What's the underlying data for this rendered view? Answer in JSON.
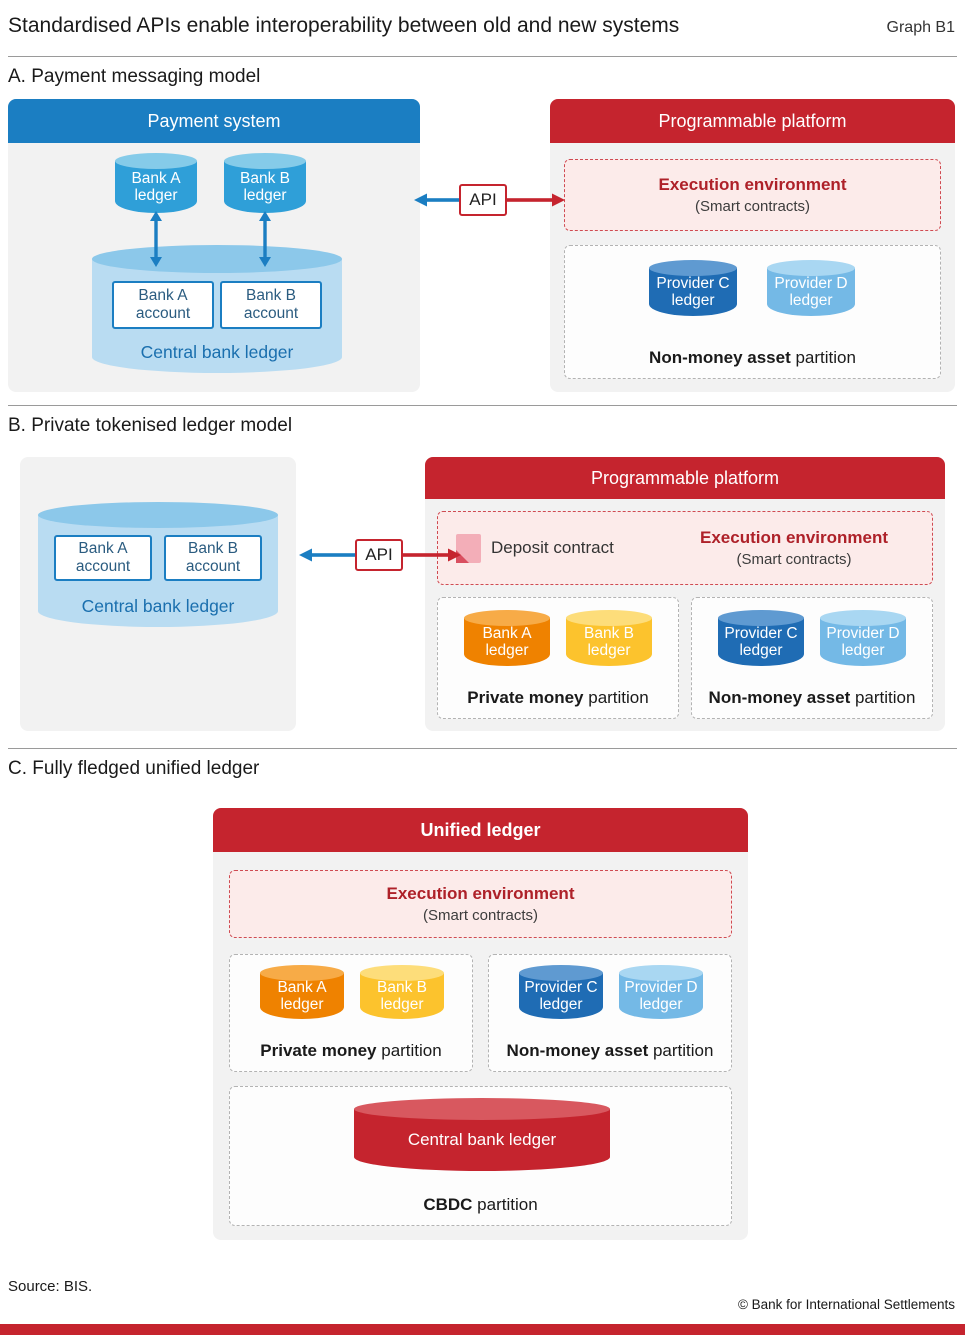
{
  "colors": {
    "blue": "#1b7ec2",
    "red": "#c5242e"
  },
  "header": {
    "title": "Standardised APIs enable interoperability between old and new systems",
    "graph_label": "Graph B1"
  },
  "panel_a": {
    "section_title": "A. Payment messaging model",
    "api_label": "API",
    "payment_system": {
      "title": "Payment system",
      "bank_a_ledger": "Bank A\nledger",
      "bank_b_ledger": "Bank B\nledger",
      "bank_a_account": "Bank A\naccount",
      "bank_b_account": "Bank B\naccount",
      "central_bank_ledger": "Central bank ledger"
    },
    "programmable_platform": {
      "title": "Programmable platform",
      "execution_environment": {
        "line1": "Execution environment",
        "line2": "(Smart contracts)"
      },
      "non_money": {
        "provider_c_ledger": "Provider C\nledger",
        "provider_d_ledger": "Provider D\nledger",
        "label_bold": "Non-money asset",
        "label_rest": " partition"
      }
    }
  },
  "panel_b": {
    "section_title": "B. Private tokenised ledger model",
    "api_label": "API",
    "central_bank": {
      "bank_a_account": "Bank A\naccount",
      "bank_b_account": "Bank B\naccount",
      "central_bank_ledger": "Central bank ledger"
    },
    "programmable_platform": {
      "title": "Programmable platform",
      "deposit_contract": "Deposit contract",
      "execution_environment": {
        "line1": "Execution environment",
        "line2": "(Smart contracts)"
      },
      "private_money": {
        "bank_a_ledger": "Bank A\nledger",
        "bank_b_ledger": "Bank B\nledger",
        "label_bold": "Private money",
        "label_rest": " partition"
      },
      "non_money": {
        "provider_c_ledger": "Provider C\nledger",
        "provider_d_ledger": "Provider D\nledger",
        "label_bold": "Non-money asset",
        "label_rest": " partition"
      }
    }
  },
  "panel_c": {
    "section_title": "C. Fully fledged unified ledger",
    "unified_ledger": {
      "title": "Unified ledger",
      "execution_environment": {
        "line1": "Execution environment",
        "line2": "(Smart contracts)"
      },
      "private_money": {
        "bank_a_ledger": "Bank A\nledger",
        "bank_b_ledger": "Bank B\nledger",
        "label_bold": "Private money",
        "label_rest": " partition"
      },
      "non_money": {
        "provider_c_ledger": "Provider C\nledger",
        "provider_d_ledger": "Provider D\nledger",
        "label_bold": "Non-money asset",
        "label_rest": " partition"
      },
      "cbdc": {
        "central_bank_ledger": "Central bank ledger",
        "label_bold": "CBDC",
        "label_rest": " partition"
      }
    }
  },
  "footer": {
    "source": "Source: BIS.",
    "copyright": "© Bank for International Settlements"
  }
}
